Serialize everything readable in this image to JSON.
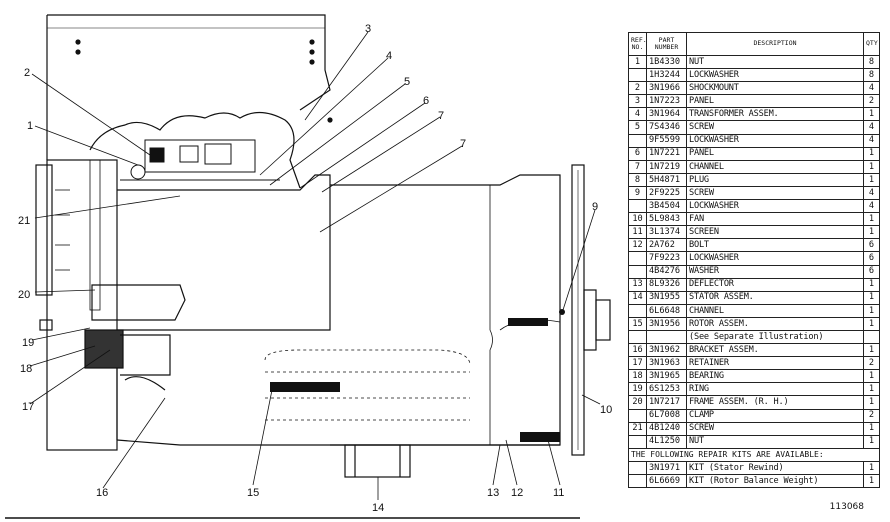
{
  "table": {
    "headers": {
      "ref": "REF. NO.",
      "part": "PART NUMBER",
      "desc": "DESCRIPTION",
      "qty": "QTY."
    },
    "rows": [
      {
        "ref": "1",
        "part": "1B4330",
        "desc": "NUT",
        "qty": "8"
      },
      {
        "ref": "",
        "part": "1H3244",
        "desc": "LOCKWASHER",
        "qty": "8"
      },
      {
        "ref": "2",
        "part": "3N1966",
        "desc": "SHOCKMOUNT",
        "qty": "4"
      },
      {
        "ref": "3",
        "part": "1N7223",
        "desc": "PANEL",
        "qty": "2"
      },
      {
        "ref": "4",
        "part": "3N1964",
        "desc": "TRANSFORMER ASSEM.",
        "qty": "1"
      },
      {
        "ref": "5",
        "part": "7S4346",
        "desc": "SCREW",
        "qty": "4"
      },
      {
        "ref": "",
        "part": "9F5599",
        "desc": "LOCKWASHER",
        "qty": "4"
      },
      {
        "ref": "6",
        "part": "1N7221",
        "desc": "PANEL",
        "qty": "1"
      },
      {
        "ref": "7",
        "part": "1N7219",
        "desc": "CHANNEL",
        "qty": "1"
      },
      {
        "ref": "8",
        "part": "5H4871",
        "desc": "PLUG",
        "qty": "1"
      },
      {
        "ref": "9",
        "part": "2F9225",
        "desc": "SCREW",
        "qty": "4"
      },
      {
        "ref": "",
        "part": "3B4504",
        "desc": "LOCKWASHER",
        "qty": "4"
      },
      {
        "ref": "10",
        "part": "5L9843",
        "desc": "FAN",
        "qty": "1"
      },
      {
        "ref": "11",
        "part": "3L1374",
        "desc": "SCREEN",
        "qty": "1"
      },
      {
        "ref": "12",
        "part": "2A762",
        "desc": "BOLT",
        "qty": "6"
      },
      {
        "ref": "",
        "part": "7F9223",
        "desc": "LOCKWASHER",
        "qty": "6"
      },
      {
        "ref": "",
        "part": "4B4276",
        "desc": "WASHER",
        "qty": "6"
      },
      {
        "ref": "13",
        "part": "8L9326",
        "desc": "DEFLECTOR",
        "qty": "1"
      },
      {
        "ref": "14",
        "part": "3N1955",
        "desc": "STATOR ASSEM.",
        "qty": "1"
      },
      {
        "ref": "",
        "part": "6L6648",
        "desc": "  CHANNEL",
        "qty": "1"
      },
      {
        "ref": "15",
        "part": "3N1956",
        "desc": "ROTOR ASSEM.",
        "qty": "1"
      },
      {
        "ref": "",
        "part": "",
        "desc": "(See Separate Illustration)",
        "qty": ""
      },
      {
        "ref": "16",
        "part": "3N1962",
        "desc": "BRACKET ASSEM.",
        "qty": "1"
      },
      {
        "ref": "17",
        "part": "3N1963",
        "desc": "RETAINER",
        "qty": "2"
      },
      {
        "ref": "18",
        "part": "3N1965",
        "desc": "BEARING",
        "qty": "1"
      },
      {
        "ref": "19",
        "part": "6S1253",
        "desc": "RING",
        "qty": "1"
      },
      {
        "ref": "20",
        "part": "1N7217",
        "desc": "FRAME ASSEM.  (R. H.)",
        "qty": "1"
      },
      {
        "ref": "",
        "part": "6L7008",
        "desc": "CLAMP",
        "qty": "2"
      },
      {
        "ref": "21",
        "part": "4B1240",
        "desc": "SCREW",
        "qty": "1"
      },
      {
        "ref": "",
        "part": "4L1250",
        "desc": "NUT",
        "qty": "1"
      }
    ],
    "note": "THE FOLLOWING REPAIR KITS ARE AVAILABLE:",
    "kits": [
      {
        "part": "3N1971",
        "desc": "KIT  (Stator Rewind)",
        "qty": "1"
      },
      {
        "part": "6L6669",
        "desc": "KIT  (Rotor Balance Weight)",
        "qty": "1"
      }
    ]
  },
  "callouts": [
    "1",
    "2",
    "3",
    "4",
    "5",
    "6",
    "7",
    "7",
    "9",
    "10",
    "11",
    "12",
    "13",
    "14",
    "15",
    "16",
    "17",
    "18",
    "19",
    "20",
    "21"
  ],
  "figure_id": "113068"
}
